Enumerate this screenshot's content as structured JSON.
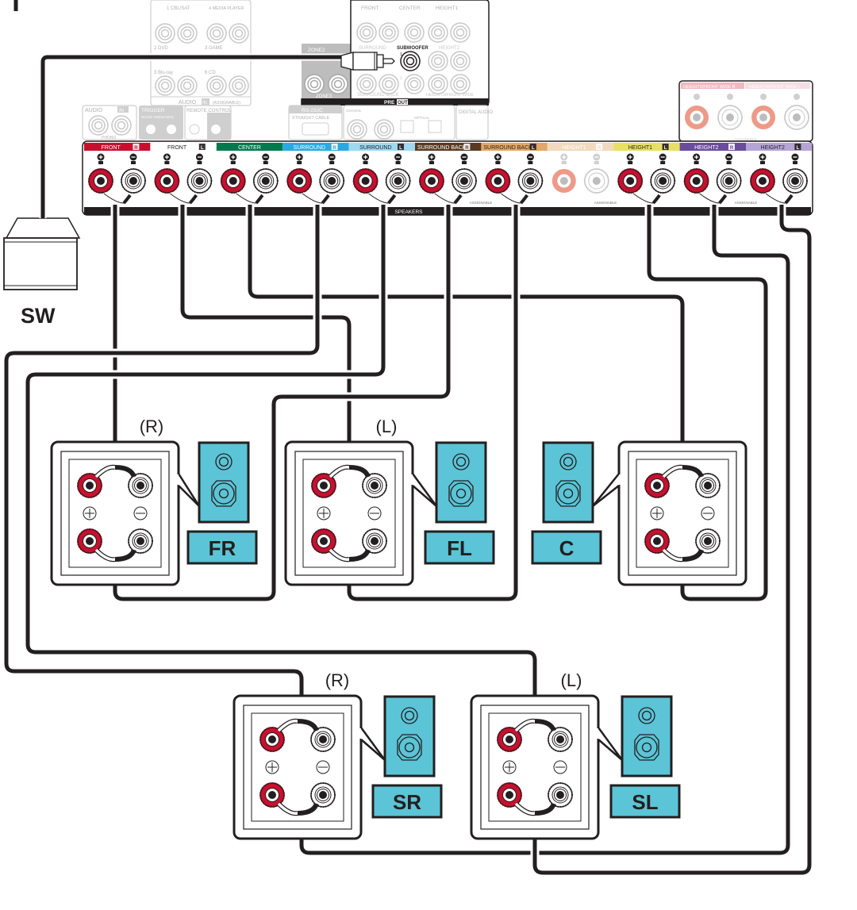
{
  "diagram": {
    "title": "Speaker connection diagram (5.1 channel with subwoofer)",
    "receiver": {
      "analog_inputs": {
        "labels": [
          "1 CBL/SAT",
          "4 MEDIA PLAYER",
          "2 DVD",
          "3 GAME",
          "3 Blu-ray",
          "6 CD"
        ],
        "footer": "AUDIO",
        "footer_badge": "IN",
        "footer_note": "(ASSIGNABLE)"
      },
      "zone2": {
        "label": "ZONE2",
        "bottom_label": "ZONE3"
      },
      "pre_out": {
        "labels": [
          "FRONT",
          "CENTER",
          "HEIGHT1",
          "SURROUND",
          "SUBWOOFER",
          "HEIGHT2",
          "SURROUND BACK",
          "HEIGHT3/FRONT WIDE"
        ],
        "sub_numbers": [
          "1",
          "2"
        ],
        "footer": "PRE",
        "footer_badge": "OUT"
      },
      "phono": {
        "label": "AUDIO",
        "badge": "IN",
        "sub": "PHONO",
        "r": "R",
        "l": "L"
      },
      "trigger": {
        "label": "TRIGGER",
        "badge": "OUT",
        "spec": "DC12V 150mA MAX.",
        "n1": "1",
        "n2": "2"
      },
      "remote": {
        "label": "REMOTE CONTROL",
        "in": "IN",
        "out": "OUT",
        "ir": "IR"
      },
      "rs232c": {
        "label": "RS-232C",
        "sub": "STRAIGHT CABLE"
      },
      "digital": {
        "coaxial": "COAXIAL",
        "coax1": "1 CBL/SAT",
        "coax2": "2 DVD",
        "opt1": "1 TV AUDIO",
        "optical": "OPTICAL",
        "opt2": "2 CD",
        "label": "DIGITAL AUDIO",
        "badge": "IN",
        "note": "(ASSIGNABLE)"
      },
      "height3_terminals": {
        "labels": [
          "HEIGHT3/FRONT WIDE R",
          "HEIGHT3/FRONT WIDE L"
        ],
        "note": "ASSIGNABLE"
      },
      "speaker_terminals": [
        {
          "label": "FRONT",
          "side": "R",
          "color": "#c8102e",
          "text_color": "#ffffff"
        },
        {
          "label": "FRONT",
          "side": "L",
          "color": "#ffffff",
          "text_color": "#231f20"
        },
        {
          "label": "CENTER",
          "side": "",
          "color": "#007a4d",
          "text_color": "#ffffff"
        },
        {
          "label": "SURROUND",
          "side": "R",
          "color": "#2aa9e0",
          "text_color": "#ffffff"
        },
        {
          "label": "SURROUND",
          "side": "L",
          "color": "#9fd8f2",
          "text_color": "#231f20"
        },
        {
          "label": "SURROUND BACK",
          "side": "R",
          "color": "#5a3a22",
          "text_color": "#ffffff"
        },
        {
          "label": "SURROUND BACK",
          "side": "L",
          "color": "#e3a866",
          "text_color": "#231f20"
        },
        {
          "label": "HEIGHT1",
          "side": "R",
          "color": "#f0d9bd",
          "text_color": "#ffffff"
        },
        {
          "label": "HEIGHT1",
          "side": "L",
          "color": "#e8e063",
          "text_color": "#231f20"
        },
        {
          "label": "HEIGHT2",
          "side": "R",
          "color": "#6a4c9c",
          "text_color": "#ffffff"
        },
        {
          "label": "HEIGHT2",
          "side": "L",
          "color": "#b6a4d6",
          "text_color": "#231f20"
        }
      ],
      "speakers_label": "SPEAKERS",
      "assignable_label": "ASSIGNABLE"
    },
    "subwoofer": {
      "label": "SW"
    },
    "speakers": [
      {
        "id": "FR",
        "label": "FR",
        "channel": "(R)"
      },
      {
        "id": "FL",
        "label": "FL",
        "channel": "(L)"
      },
      {
        "id": "C",
        "label": "C",
        "channel": ""
      },
      {
        "id": "SR",
        "label": "SR",
        "channel": "(R)"
      },
      {
        "id": "SL",
        "label": "SL",
        "channel": "(L)"
      }
    ],
    "polarity": {
      "plus": "+",
      "minus": "−"
    },
    "colors": {
      "cable": "#231f20",
      "speaker_box": "#5bc4d6",
      "terminal_red": "#c8102e",
      "faded": "#bdbdbd"
    }
  }
}
